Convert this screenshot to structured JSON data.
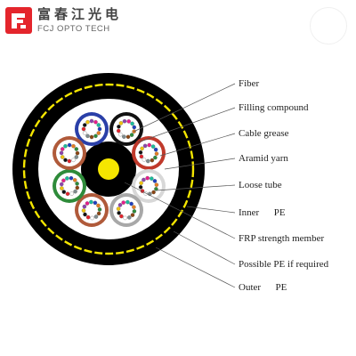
{
  "logo": {
    "chinese": "富春江光电",
    "english": "FCJ OPTO TECH",
    "brand_color": "#e4252c"
  },
  "labels": [
    {
      "id": "fiber",
      "text": "Fiber"
    },
    {
      "id": "filling-compound",
      "text": "Filling compound"
    },
    {
      "id": "cable-grease",
      "text": "Cable grease"
    },
    {
      "id": "aramid-yarn",
      "text": "Aramid yarn"
    },
    {
      "id": "loose-tube",
      "text": "Loose tube"
    },
    {
      "id": "inner-pe",
      "text": "Inner      PE"
    },
    {
      "id": "frp-strength-member",
      "text": "FRP strength member"
    },
    {
      "id": "possible-pe",
      "text": "Possible PE if required"
    },
    {
      "id": "outer-pe",
      "text": "Outer      PE"
    }
  ],
  "colors": {
    "sheath": "#000000",
    "aramid": "#f5e600",
    "strength_member": "#f5e600",
    "tube_colors": [
      "#2a3fa8",
      "#c0392b",
      "#cfcfcf",
      "#a0a0a0",
      "#b05a3a",
      "#2e8b3a",
      "#b05a3a",
      "#ffffff"
    ],
    "fiber_colors": [
      "#1f3fbf",
      "#e67e22",
      "#2e8b3a",
      "#8b4513",
      "#7f8c8d",
      "#ffffff",
      "#e3232c",
      "#111111",
      "#f1c40f",
      "#8e44ad",
      "#e91e8c",
      "#1abc9c"
    ]
  }
}
